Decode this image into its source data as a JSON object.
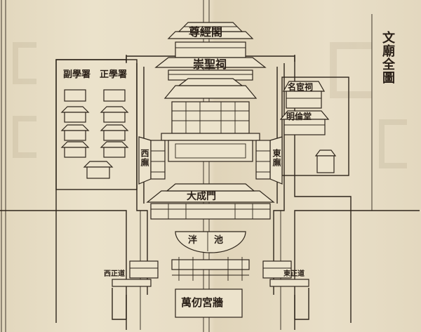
{
  "title": "文廟全圖",
  "labels": {
    "zunjing_ge": "尊經閣",
    "chongsheng_ci": "崇聖祠",
    "fu_xueshu": "副學署",
    "zheng_xueshu": "正學署",
    "minghuan_ci": "名宦祠",
    "minglun_tang": "明倫堂",
    "dongwu": "東廡",
    "xiwu": "西廡",
    "dacheng_men": "大成門",
    "pan_chi": "泮池",
    "wanren_gongqiang": "萬仞宮牆",
    "xi_zhengdao": "西正道",
    "dong_zhengdao": "東正道"
  },
  "colors": {
    "paper": "#e6dcc4",
    "ink": "#2e251b"
  }
}
